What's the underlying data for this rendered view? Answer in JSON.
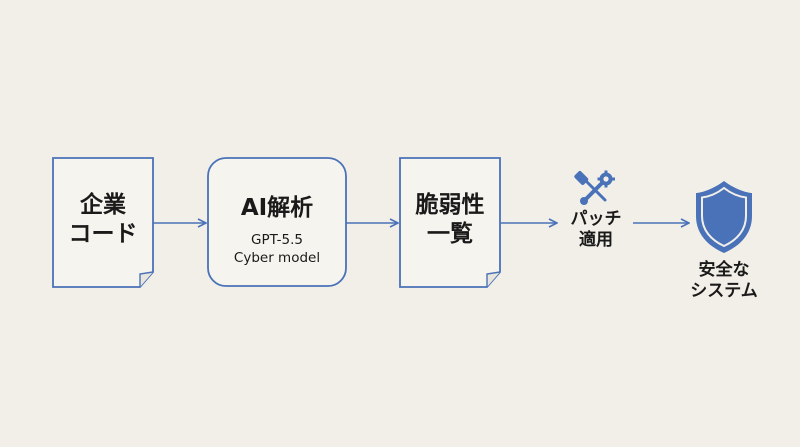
{
  "nodes": {
    "source_code": {
      "line1": "企業",
      "line2": "コード"
    },
    "ai_analysis": {
      "title": "AI解析",
      "model_line1": "GPT-5.5",
      "model_line2": "Cyber model"
    },
    "vuln_list": {
      "line1": "脆弱性",
      "line2": "一覧"
    },
    "patch": {
      "line1": "パッチ",
      "line2": "適用",
      "icon": "wrench-screwdriver-icon"
    },
    "secure_system": {
      "line1": "安全な",
      "line2": "システム",
      "icon": "shield-icon"
    }
  },
  "colors": {
    "background": "#f1efe8",
    "stroke": "#4a72b8",
    "box_fill": "#f6f4ee",
    "icon_fill": "#4a72b8",
    "text": "#1a1a1a"
  }
}
